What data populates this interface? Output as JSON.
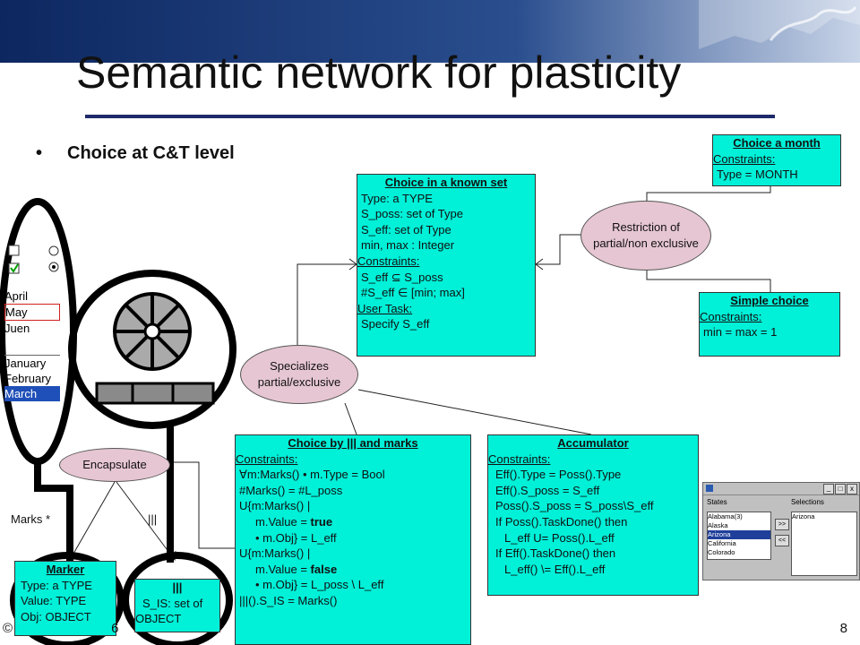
{
  "slide": {
    "title": "Semantic network for plasticity",
    "bullet": "Choice at C&T level",
    "page_number": "8",
    "corner_fragment": "6"
  },
  "widget_lists": {
    "months_a": [
      "April",
      "May",
      "Juen"
    ],
    "months_b": [
      "January",
      "February",
      "March"
    ]
  },
  "nodes": {
    "choice_month": {
      "title": "Choice a month",
      "lines": [
        "Constraints:",
        "Type = MONTH"
      ]
    },
    "known_set": {
      "title": "Choice in a known set",
      "lines": [
        "Type: a TYPE",
        "S_poss: set of Type",
        "S_eff: set of Type",
        "min, max : Integer",
        "Constraints:",
        "S_eff ⊆ S_poss",
        "#S_eff ∈ [min; max]",
        "User Task:",
        "Specify S_eff"
      ]
    },
    "simple_choice": {
      "title": "Simple choice",
      "lines": [
        "Constraints:",
        "min = max = 1"
      ]
    },
    "by_marks": {
      "title": "Choice by ||| and marks",
      "lines": [
        "Constraints:",
        "∀m:Marks() • m.Type = Bool",
        "#Marks() = #L_poss",
        "U{m:Marks() |",
        "m.Value = ",
        "true",
        "• m.Obj} = L_eff",
        "U{m:Marks() |",
        "m.Value = ",
        "false",
        "• m.Obj} = L_poss \\ L_eff",
        "|||().S_IS  = Marks()"
      ]
    },
    "accumulator": {
      "title": "Accumulator",
      "lines": [
        "Constraints:",
        "Eff().Type = Poss().Type",
        "Eff().S_poss = S_eff",
        "Poss().S_poss = S_poss\\S_eff",
        "If Poss().TaskDone() then",
        "L_eff U= Poss().L_eff",
        "If Eff().TaskDone() then",
        "L_eff() \\= Eff().L_eff"
      ]
    },
    "marker": {
      "title": "Marker",
      "lines": [
        "Type: a TYPE",
        "Value: TYPE",
        "Obj: OBJECT"
      ]
    },
    "bars": {
      "title": "|||",
      "lines": [
        "S_IS: set of",
        "OBJECT"
      ]
    }
  },
  "relations": {
    "restriction": "Restriction of partial/non exclusive",
    "specializes": "Specializes partial/exclusive",
    "encapsulate": "Encapsulate"
  },
  "edge_labels": {
    "marks": "Marks *",
    "bars": "|||"
  },
  "mini_window": {
    "left_header": "States",
    "right_header": "Selections",
    "left_items": [
      "Alabama(3)",
      "Alaska",
      "Arizona",
      "California",
      "Colorado"
    ],
    "right_items": [
      "Arizona"
    ],
    "buttons": [
      ">>",
      "<<"
    ],
    "window_controls": [
      "_",
      "□",
      "x"
    ]
  },
  "colors": {
    "node_fill": "#00f0d8",
    "relation_fill": "#e6c6d2",
    "title_rule": "#1f2a6b",
    "banner": "#1c3a7a"
  }
}
